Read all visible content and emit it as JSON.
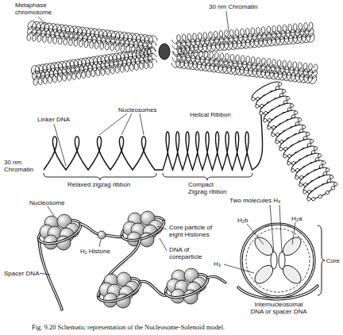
{
  "diagram": {
    "caption": "Fig. 9.20 Schematic representation of the Nucleosome-Solenoid model.",
    "labels": [
      "Metaphase chromosome",
      "30 nm Chromatin",
      "Helical Ribbon",
      "Nucleosomes",
      "Linker DNA",
      "30 nm Chromatin",
      "Relaxed zigzag ribbon",
      "Compact Zigzag ribbon",
      "Nucleosome",
      "H₁ Histone",
      "Spacer DNA",
      "Core particle of eight Histones",
      "DNA of coreparticle",
      "Two molecules H₄",
      "H₂b",
      "H₂a",
      "H₃",
      "Core",
      "Internucleosomal DNA or spacer DNA"
    ]
  }
}
